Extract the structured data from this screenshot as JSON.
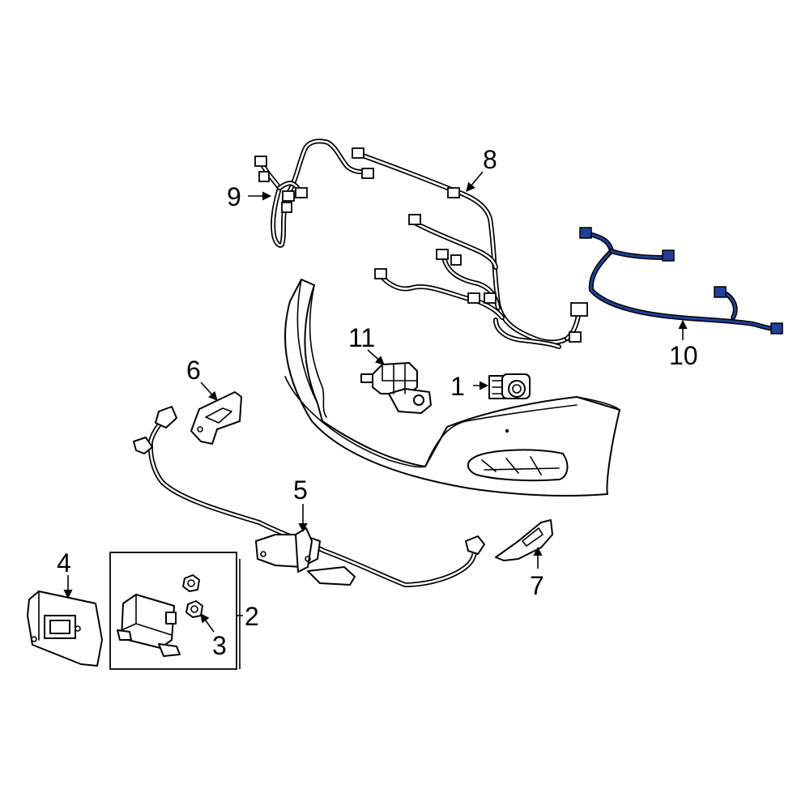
{
  "diagram": {
    "highlight_color": "#1f3f99",
    "line_color": "#000000",
    "background": "#ffffff",
    "callouts": [
      {
        "id": "1",
        "label": "1"
      },
      {
        "id": "2",
        "label": "2"
      },
      {
        "id": "3",
        "label": "3"
      },
      {
        "id": "4",
        "label": "4"
      },
      {
        "id": "5",
        "label": "5"
      },
      {
        "id": "6",
        "label": "6"
      },
      {
        "id": "7",
        "label": "7"
      },
      {
        "id": "8",
        "label": "8"
      },
      {
        "id": "9",
        "label": "9"
      },
      {
        "id": "10",
        "label": "10"
      },
      {
        "id": "11",
        "label": "11"
      }
    ]
  }
}
